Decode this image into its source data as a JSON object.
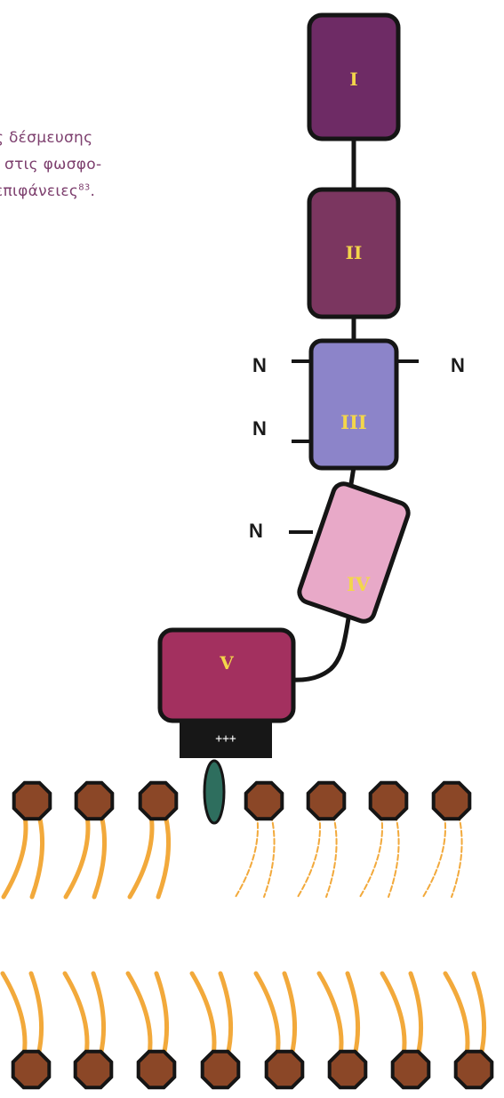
{
  "caption": {
    "line1": "ς δέσμευσης",
    "line2": "Ι στις φωσφο-",
    "line3_text": "επιφάνειες",
    "line3_ref": "83",
    "line3_end": "."
  },
  "domains": {
    "I": "I",
    "II": "II",
    "III": "III",
    "IV": "IV",
    "V": "V"
  },
  "glycan_label": "N",
  "charge_label": "+++",
  "colors": {
    "domain_I": "#6e2b65",
    "domain_II": "#7b3660",
    "domain_III": "#8c84c9",
    "domain_IV": "#e8a9c8",
    "domain_V": "#a3305f",
    "charge_block": "#171717",
    "binding_element": "#2e6e5e",
    "lipid_head": "#8b4727",
    "lipid_tail": "#f2a93b",
    "roman_numerals": "#f3d64a"
  }
}
